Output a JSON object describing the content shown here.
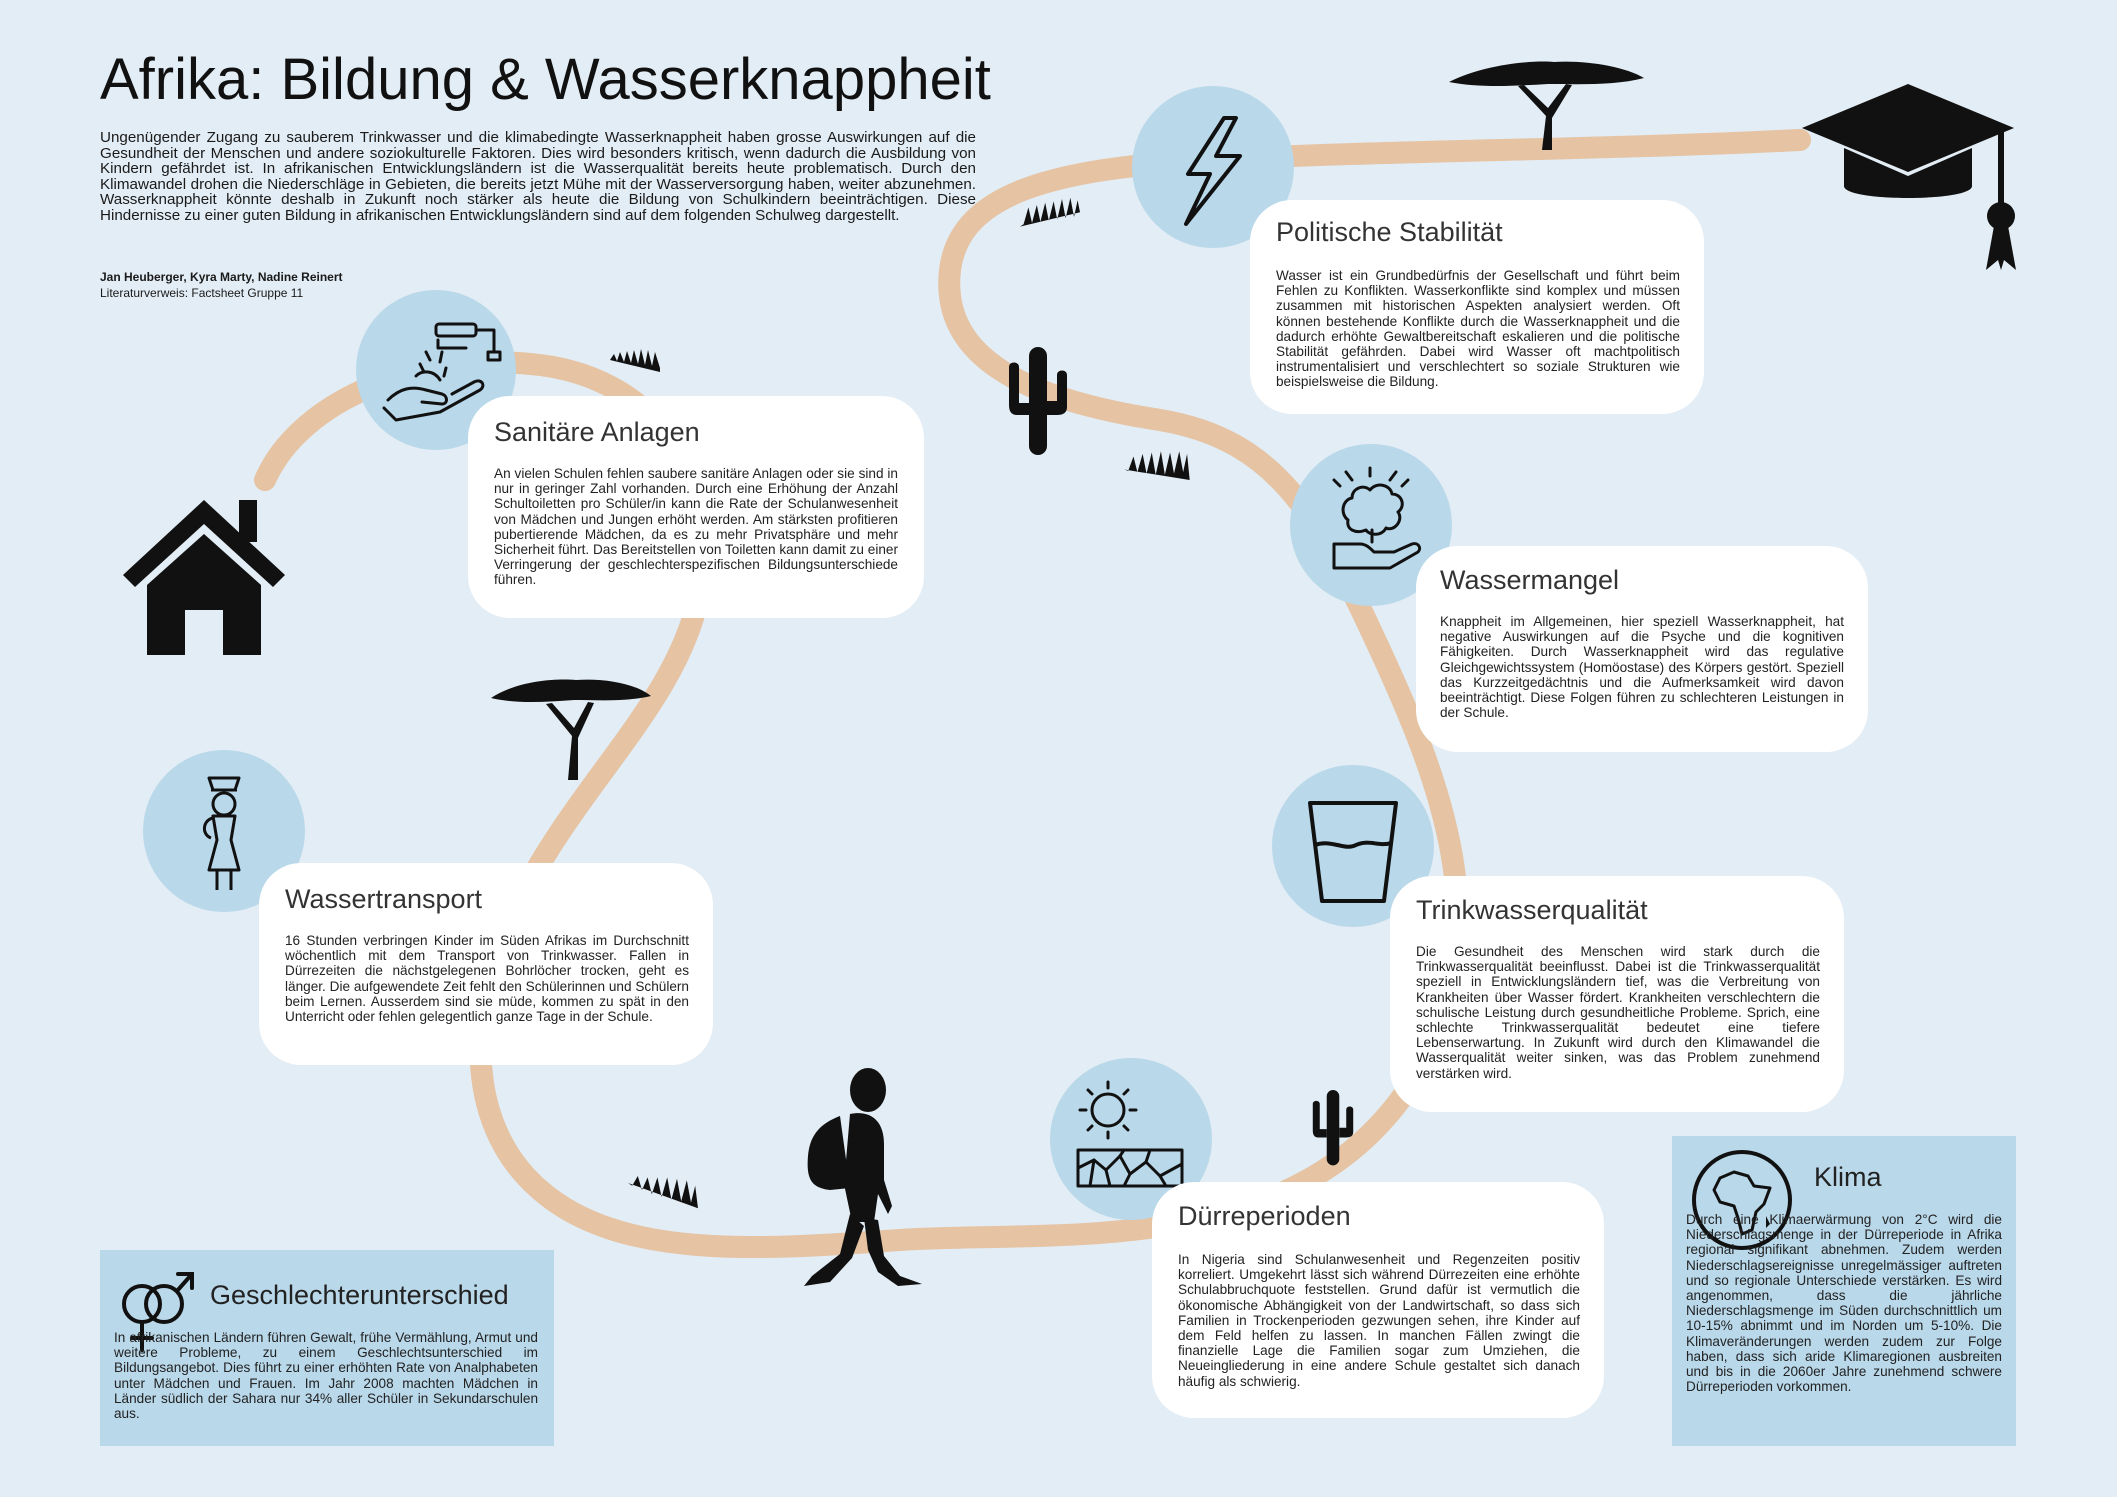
{
  "title": "Afrika: Bildung & Wasserknappheit",
  "intro": "Ungenügender Zugang zu sauberem Trinkwasser und die klimabedingte Wasserknappheit haben grosse Auswirkungen auf die Gesundheit der Menschen und andere soziokulturelle Faktoren. Dies wird besonders kritisch, wenn dadurch die Ausbildung von Kindern gefährdet ist. In afrikanischen Entwicklungsländern ist die Wasserqualität bereits heute problematisch. Durch den Klimawandel drohen die Niederschläge in Gebieten, die bereits jetzt Mühe mit der Wasserversorgung haben, weiter abzunehmen. Wasserknappheit könnte deshalb in Zukunft noch stärker als heute die Bildung von Schulkindern beeinträchtigen. Diese Hindernisse zu einer guten Bildung in afrikanischen Entwicklungsländern sind auf dem folgenden Schulweg dargestellt.",
  "authors": "Jan Heuberger, Kyra Marty, Nadine Reinert",
  "reference": "Literaturverweis: Factsheet Gruppe 11",
  "colors": {
    "background": "#e3edf5",
    "path": "#e5c3a3",
    "icon_circle": "#b9d8ea",
    "box": "#b9d8ea"
  },
  "sections": {
    "sanitaer": {
      "title": "Sanitäre Anlagen",
      "icon": "hand-washing-icon",
      "text": "An vielen Schulen fehlen saubere sanitäre Anlagen oder sie sind in nur in geringer Zahl vorhanden. Durch eine Erhöhung der Anzahl Schultoiletten pro Schüler/in kann die Rate der Schulanwesenheit von Mädchen und Jungen erhöht werden. Am stärksten profitieren pubertierende Mädchen, da es zu mehr Privatsphäre und mehr Sicherheit führt. Das Bereitstellen von Toiletten kann damit zu einer Verringerung der geschlechterspezifischen Bildungsunterschiede führen."
    },
    "wassertransport": {
      "title": "Wassertransport",
      "icon": "woman-carrying-water-icon",
      "text": "16 Stunden verbringen Kinder im Süden Afrikas im Durchschnitt wöchentlich mit dem Transport von Trinkwasser. Fallen in Dürrezeiten die nächstgelegenen Bohrlöcher trocken, geht es länger. Die aufgewendete Zeit fehlt den Schülerinnen und Schülern beim Lernen. Ausserdem sind sie müde, kommen zu spät in den Unterricht oder fehlen gelegentlich ganze Tage in der Schule."
    },
    "politisch": {
      "title": "Politische Stabilität",
      "icon": "lightning-icon",
      "text": "Wasser ist ein Grundbedürfnis der Gesellschaft und führt beim Fehlen zu Konflikten. Wasserkonflikte sind komplex und müssen zusammen mit historischen Aspekten analysiert werden. Oft können bestehende Konflikte durch die Wasserknappheit und die dadurch erhöhte Gewaltbereitschaft eskalieren und die politische Stabilität gefährden. Dabei wird Wasser oft machtpolitisch instrumentalisiert und verschlechtert so soziale Strukturen wie beispielsweise die Bildung."
    },
    "wassermangel": {
      "title": "Wassermangel",
      "icon": "brain-in-hand-icon",
      "text": "Knappheit im Allgemeinen, hier speziell Wasserknappheit, hat negative Auswirkungen auf die Psyche und die kognitiven Fähigkeiten. Durch Wasserknappheit wird das regulative Gleichgewichtssystem (Homöostase) des Körpers gestört. Speziell das Kurzzeitgedächtnis und die Aufmerksamkeit wird davon beeinträchtigt. Diese Folgen führen zu schlechteren Leistungen in der Schule."
    },
    "trinkwasser": {
      "title": "Trinkwasserqualität",
      "icon": "water-glass-icon",
      "text": "Die Gesundheit des Menschen wird stark durch die Trinkwasserqualität beeinflusst. Dabei ist die Trinkwasserqualität speziell in Entwicklungsländern tief, was die Verbreitung von Krankheiten über Wasser fördert. Krankheiten verschlechtern die schulische Leistung durch gesundheitliche Probleme. Sprich, eine schlechte Trinkwasserqualität bedeutet eine tiefere Lebenserwartung. In Zukunft wird durch den Klimawandel die Wasserqualität weiter sinken, was das Problem zunehmend verstärken wird."
    },
    "duerre": {
      "title": "Dürreperioden",
      "icon": "sun-cracked-earth-icon",
      "text": "In Nigeria sind Schulanwesenheit und Regenzeiten positiv korreliert. Umgekehrt lässt sich während Dürrezeiten eine erhöhte Schulabbruchquote feststellen. Grund dafür ist vermutlich die ökonomische Abhängigkeit von der Landwirtschaft, so dass sich Familien in Trockenperioden gezwungen sehen, ihre Kinder auf dem Feld helfen zu lassen. In manchen Fällen zwingt die finanzielle Lage die Familien sogar zum Umziehen, die Neueingliederung in eine andere Schule gestaltet sich danach häufig als schwierig."
    },
    "geschlecht": {
      "title": "Geschlechterunterschied",
      "icon": "gender-symbols-icon",
      "text": "In afrikanischen Ländern führen Gewalt, frühe Vermählung, Armut und weitere Probleme, zu einem Geschlechtsunterschied im Bildungsangebot. Dies führt zu einer erhöhten Rate von Analphabeten unter Mädchen und Frauen. Im Jahr 2008 machten Mädchen in Länder südlich der Sahara nur 34% aller Schüler in Sekundarschulen aus."
    },
    "klima": {
      "title": "Klima",
      "icon": "africa-globe-icon",
      "text": "Durch eine Klimaerwärmung von 2°C wird die Niederschlagsmenge in der Dürreperiode in Afrika regional signifikant abnehmen. Zudem werden Niederschlagsereignisse unregelmässiger auftreten und so regionale Unterschiede verstärken. Es wird angenommen, dass die jährliche Niederschlagsmenge im Süden durchschnittlich um 10-15% abnimmt und im Norden um 5-10%. Die Klimaveränderungen werden zudem zur Folge haben, dass sich aride Klimaregionen ausbreiten und bis in die 2060er Jahre zunehmend schwere Dürreperioden vorkommen."
    }
  }
}
